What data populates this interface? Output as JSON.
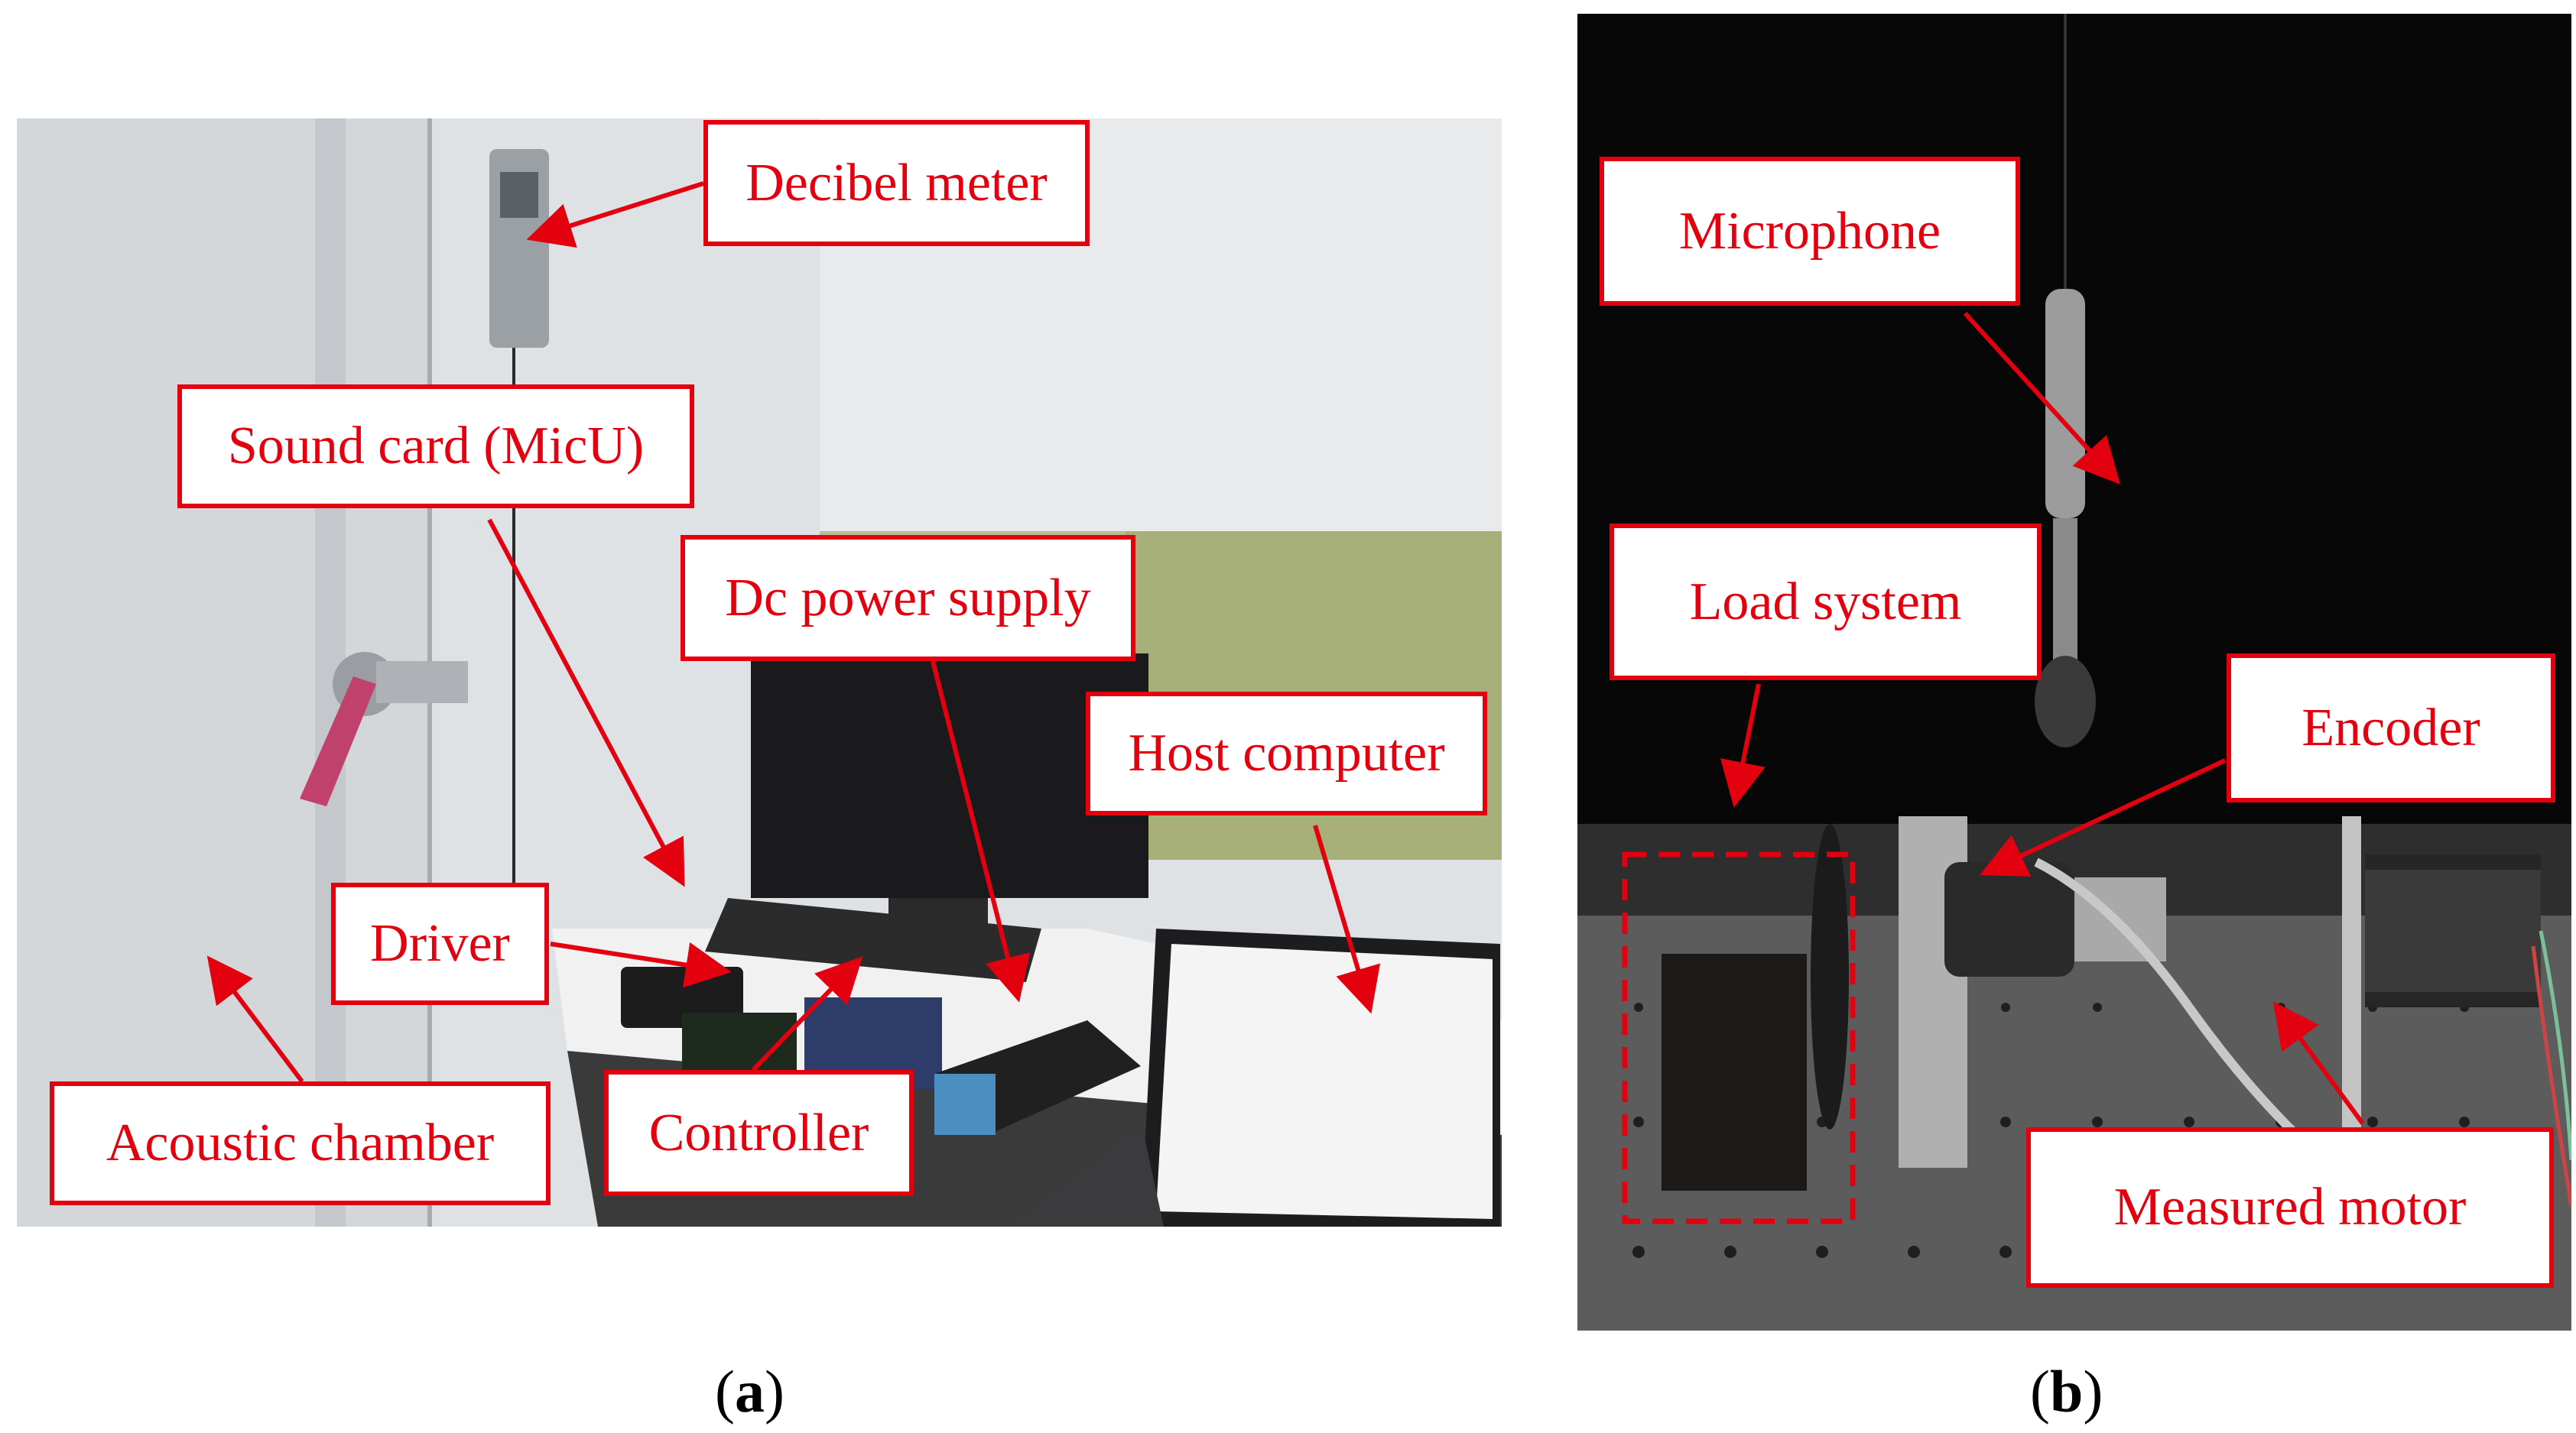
{
  "panel_a": {
    "labels": {
      "decibel_meter": "Decibel meter",
      "sound_card": "Sound card (MicU)",
      "dc_power_supply": "Dc power supply",
      "host_computer": "Host computer",
      "driver": "Driver",
      "acoustic_chamber": "Acoustic chamber",
      "controller": "Controller"
    },
    "caption_letter": "a"
  },
  "panel_b": {
    "labels": {
      "microphone": "Microphone",
      "load_system": "Load system",
      "encoder": "Encoder",
      "measured_motor": "Measured motor"
    },
    "caption_letter": "b"
  },
  "colors": {
    "annotation_red": "#e3000f",
    "label_background": "#ffffff"
  }
}
